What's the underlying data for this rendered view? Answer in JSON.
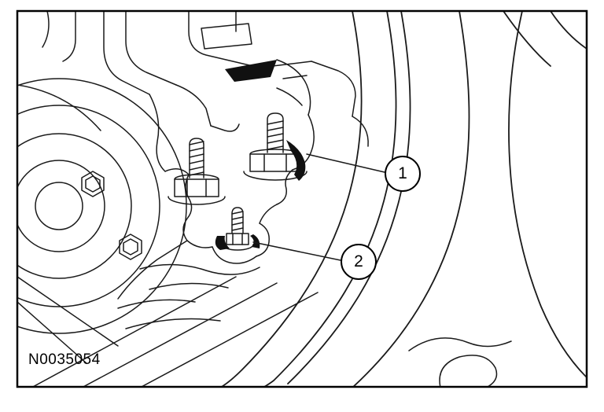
{
  "figure": {
    "reference_code": "N0035054",
    "callouts": [
      {
        "label": "1"
      },
      {
        "label": "2"
      }
    ],
    "colors": {
      "line": "#1a1a1a",
      "background": "#ffffff"
    }
  }
}
